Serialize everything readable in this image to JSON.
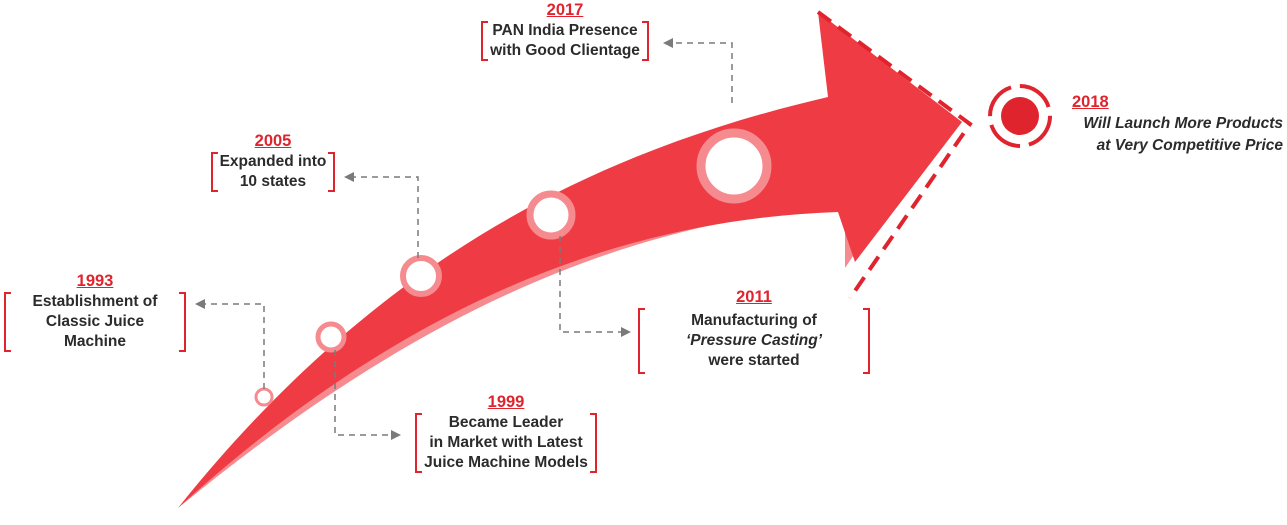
{
  "milestones": [
    {
      "year": "1993",
      "text_lines": [
        "Establishment of",
        "Classic Juice Machine"
      ]
    },
    {
      "year": "1999",
      "text_lines": [
        "Became Leader",
        "in Market with Latest",
        "Juice Machine Models"
      ]
    },
    {
      "year": "2005",
      "text_lines": [
        "Expanded into",
        "10 states"
      ]
    },
    {
      "year": "2011",
      "text_lines": [
        "Manufacturing of",
        "‘Pressure Casting’",
        "were started"
      ]
    },
    {
      "year": "2017",
      "text_lines": [
        "PAN India Presence",
        "with Good Clientage"
      ]
    },
    {
      "year": "2018",
      "text_lines": [
        "Will Launch More Products",
        "at Very Competitive Price"
      ]
    }
  ],
  "colors": {
    "arrow_main": "#ef3b43",
    "arrow_light": "#f58a8f",
    "accent_red": "#e0242e",
    "connector_gray": "#7a7a7a",
    "text_dark": "#2b2b2b"
  }
}
